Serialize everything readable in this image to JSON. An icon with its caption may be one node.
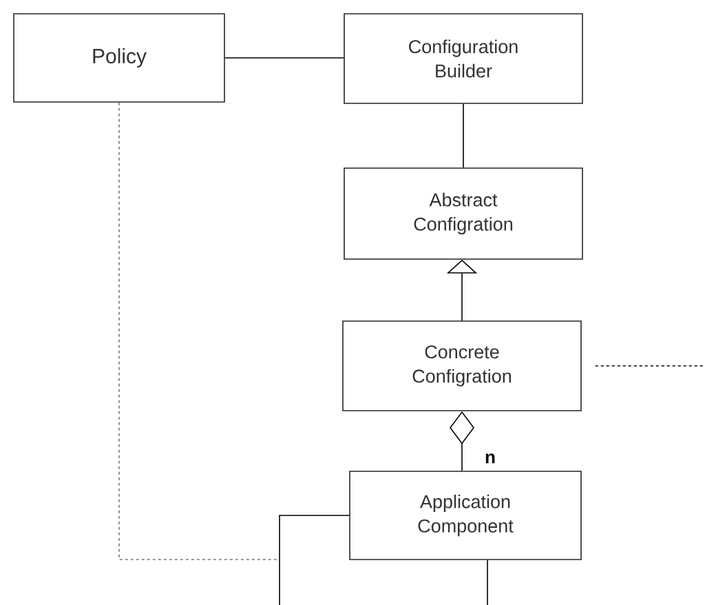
{
  "diagram": {
    "nodes": [
      {
        "text": [
          "Policy"
        ]
      },
      {
        "text": [
          "Configuration Builder"
        ]
      },
      {
        "text": [
          "Abstract Configration"
        ]
      },
      {
        "text": [
          "Concrete Configration"
        ]
      },
      {
        "text": [
          "Application Component"
        ]
      }
    ],
    "edges": [
      {
        "from": 0,
        "to": 1,
        "arrow": "none"
      },
      {
        "from": 1,
        "to": 2,
        "arrow": "none"
      },
      {
        "from": 3,
        "to": 2,
        "arrow": "to"
      },
      {
        "from": 3,
        "to": 4,
        "arrow": "other",
        "label": "n"
      },
      {
        "from": 0,
        "to": null,
        "arrow": "none",
        "style": "dashed",
        "color": "#777777"
      },
      {
        "from": 3,
        "to": null,
        "arrow": "none",
        "style": "dashed"
      },
      {
        "from": 4,
        "to": null,
        "arrow": "none"
      },
      {
        "from": 4,
        "to": null,
        "arrow": "none"
      }
    ]
  }
}
